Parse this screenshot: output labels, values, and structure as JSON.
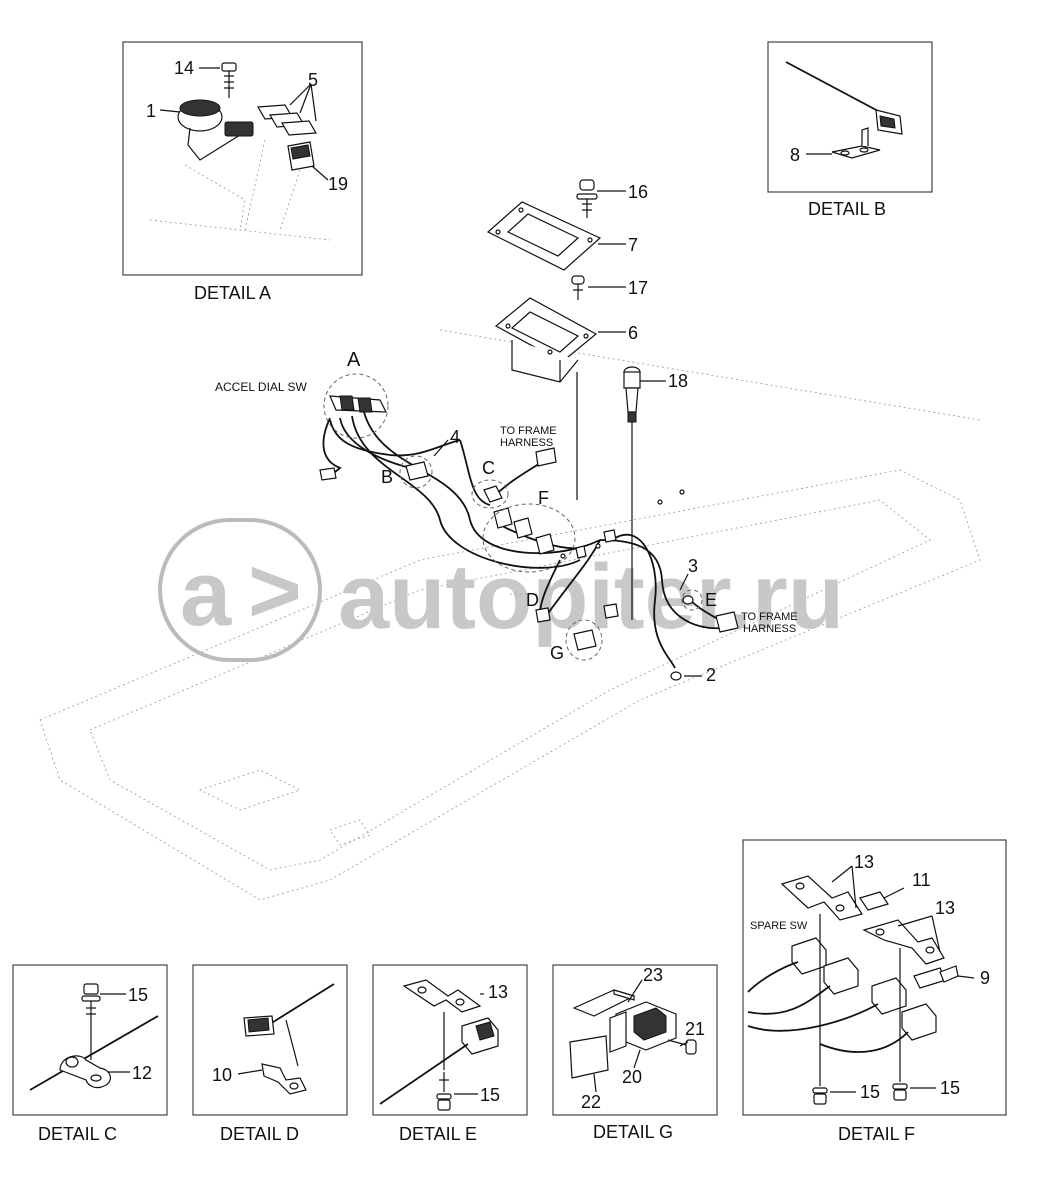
{
  "watermark": {
    "text": "autopiter.ru",
    "color": "#c8c8c8"
  },
  "details": {
    "a": "DETAIL A",
    "b": "DETAIL B",
    "c": "DETAIL C",
    "d": "DETAIL D",
    "e": "DETAIL E",
    "f": "DETAIL F",
    "g": "DETAIL  G"
  },
  "callout_letters": {
    "A": "A",
    "B": "B",
    "C": "C",
    "D": "D",
    "E": "E",
    "F": "F",
    "G": "G"
  },
  "notes": {
    "accel_dial_sw": "ACCEL DIAL SW",
    "to_frame_harness_1": "TO FRAME",
    "to_frame_harness_1b": "HARNESS",
    "to_frame_harness_2": "TO FRAME",
    "to_frame_harness_2b": "HARNESS",
    "spare_sw": "SPARE SW"
  },
  "part_numbers": {
    "detail_a": [
      "14",
      "5",
      "1",
      "19"
    ],
    "detail_b": [
      "8"
    ],
    "main": [
      "16",
      "7",
      "17",
      "6",
      "18",
      "4",
      "3",
      "2"
    ],
    "detail_c": [
      "15",
      "12"
    ],
    "detail_d": [
      "10"
    ],
    "detail_e": [
      "13",
      "15"
    ],
    "detail_g": [
      "23",
      "21",
      "20",
      "22"
    ],
    "detail_f": [
      "13",
      "11",
      "13",
      "9",
      "15",
      "15"
    ]
  }
}
